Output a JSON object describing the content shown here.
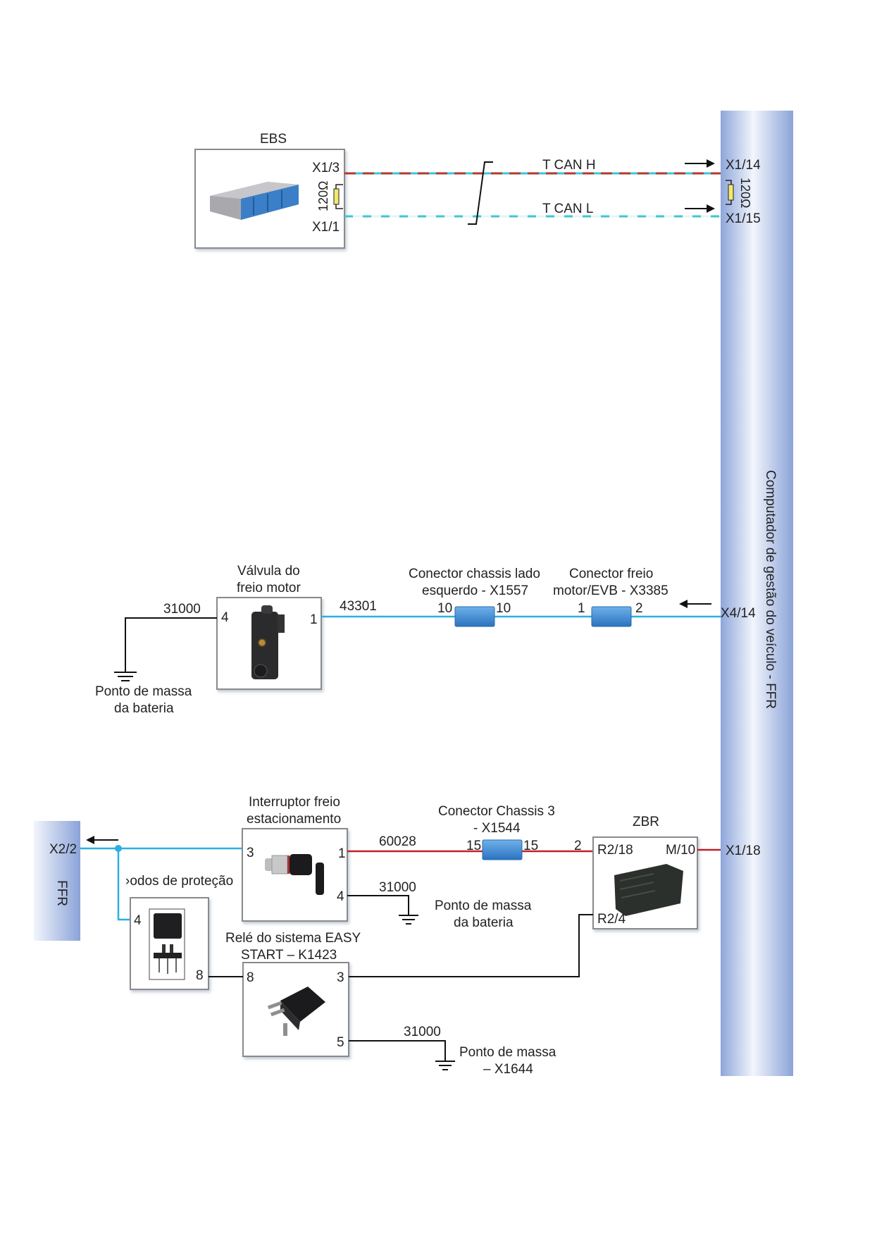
{
  "colors": {
    "can_high": "#b03a2e",
    "can_dash": "#3cc6d8",
    "signal_blue": "#2bb0e0",
    "power_red": "#c0202a",
    "ground_black": "#111111",
    "ffr_bar": "#9fb4de",
    "connector_blue": "#3b86d0",
    "resistor_yellow": "#f2ea70"
  },
  "ffr_module": {
    "title": "Computador de gestão do veículo - FFR",
    "pins": {
      "can_h": "X1/14",
      "can_l": "X1/15",
      "engine_brake": "X4/14",
      "zbr": "X1/18"
    },
    "termination": "120Ω"
  },
  "ffr_small": {
    "title": "FFR",
    "pin": "X2/2"
  },
  "ebs": {
    "title": "EBS",
    "pin_high": "X1/3",
    "pin_low": "X1/1",
    "termination": "120Ω"
  },
  "can_bus": {
    "high_label": "T CAN H",
    "low_label": "T CAN L"
  },
  "engine_brake_valve": {
    "title_line1": "Válvula do",
    "title_line2": "freio motor",
    "pin_left": "4",
    "pin_right": "1",
    "ground_wire": "31000",
    "signal_wire": "43301",
    "ground_label_line1": "Ponto de massa",
    "ground_label_line2": "da bateria"
  },
  "chassis_connector_left": {
    "title_line1": "Conector chassis lado",
    "title_line2": "esquerdo - X1557",
    "pin_in": "10",
    "pin_out": "10"
  },
  "engine_brake_connector": {
    "title_line1": "Conector freio",
    "title_line2": "motor/EVB - X3385",
    "pin_in": "1",
    "pin_out": "2"
  },
  "parking_brake_switch": {
    "title_line1": "Interruptor freio",
    "title_line2": "estacionamento",
    "pin_3": "3",
    "pin_1": "1",
    "pin_4": "4",
    "power_wire": "60028",
    "ground_wire": "31000",
    "ground_label_line1": "Ponto de massa",
    "ground_label_line2": "da bateria"
  },
  "chassis_connector_3": {
    "title_line1": "Conector Chassis 3",
    "title_line2": "- X1544",
    "pin_in": "15",
    "pin_out": "15",
    "pin_zbr": "2"
  },
  "zbr": {
    "title": "ZBR",
    "pin_r2_18": "R2/18",
    "pin_m10": "M/10",
    "pin_r2_4": "R2/4"
  },
  "protection_diodes": {
    "title": "›odos de proteção",
    "pin_4": "4",
    "pin_8": "8"
  },
  "easy_start_relay": {
    "title_line1": "Relé do sistema EASY",
    "title_line2": "START – K1423",
    "pin_8": "8",
    "pin_3": "3",
    "pin_5": "5",
    "ground_wire": "31000",
    "ground_label_line1": "Ponto de massa",
    "ground_label_line2": "– X1644"
  }
}
